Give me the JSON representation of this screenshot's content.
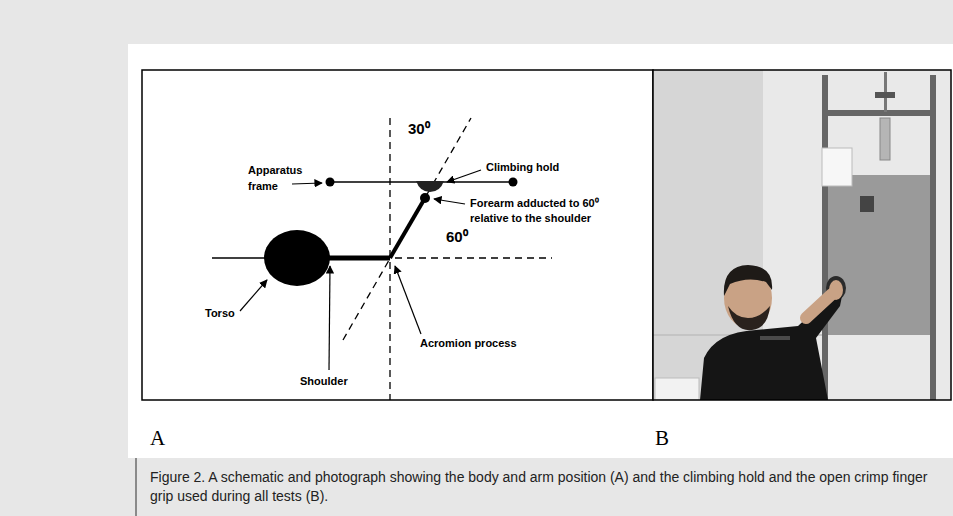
{
  "diagram": {
    "caption": "Figure 2. A schematic and photograph showing the body and arm position (A) and the climbing hold and the open crimp finger grip used during all tests (B).",
    "labels": [
      "Apparatus frame",
      "Climbing hold",
      "Forearm adducted to 60⁰ relative to the shoulder",
      "Torso",
      "Shoulder",
      "Acromion process",
      "30⁰",
      "60⁰",
      "A",
      "B"
    ]
  }
}
